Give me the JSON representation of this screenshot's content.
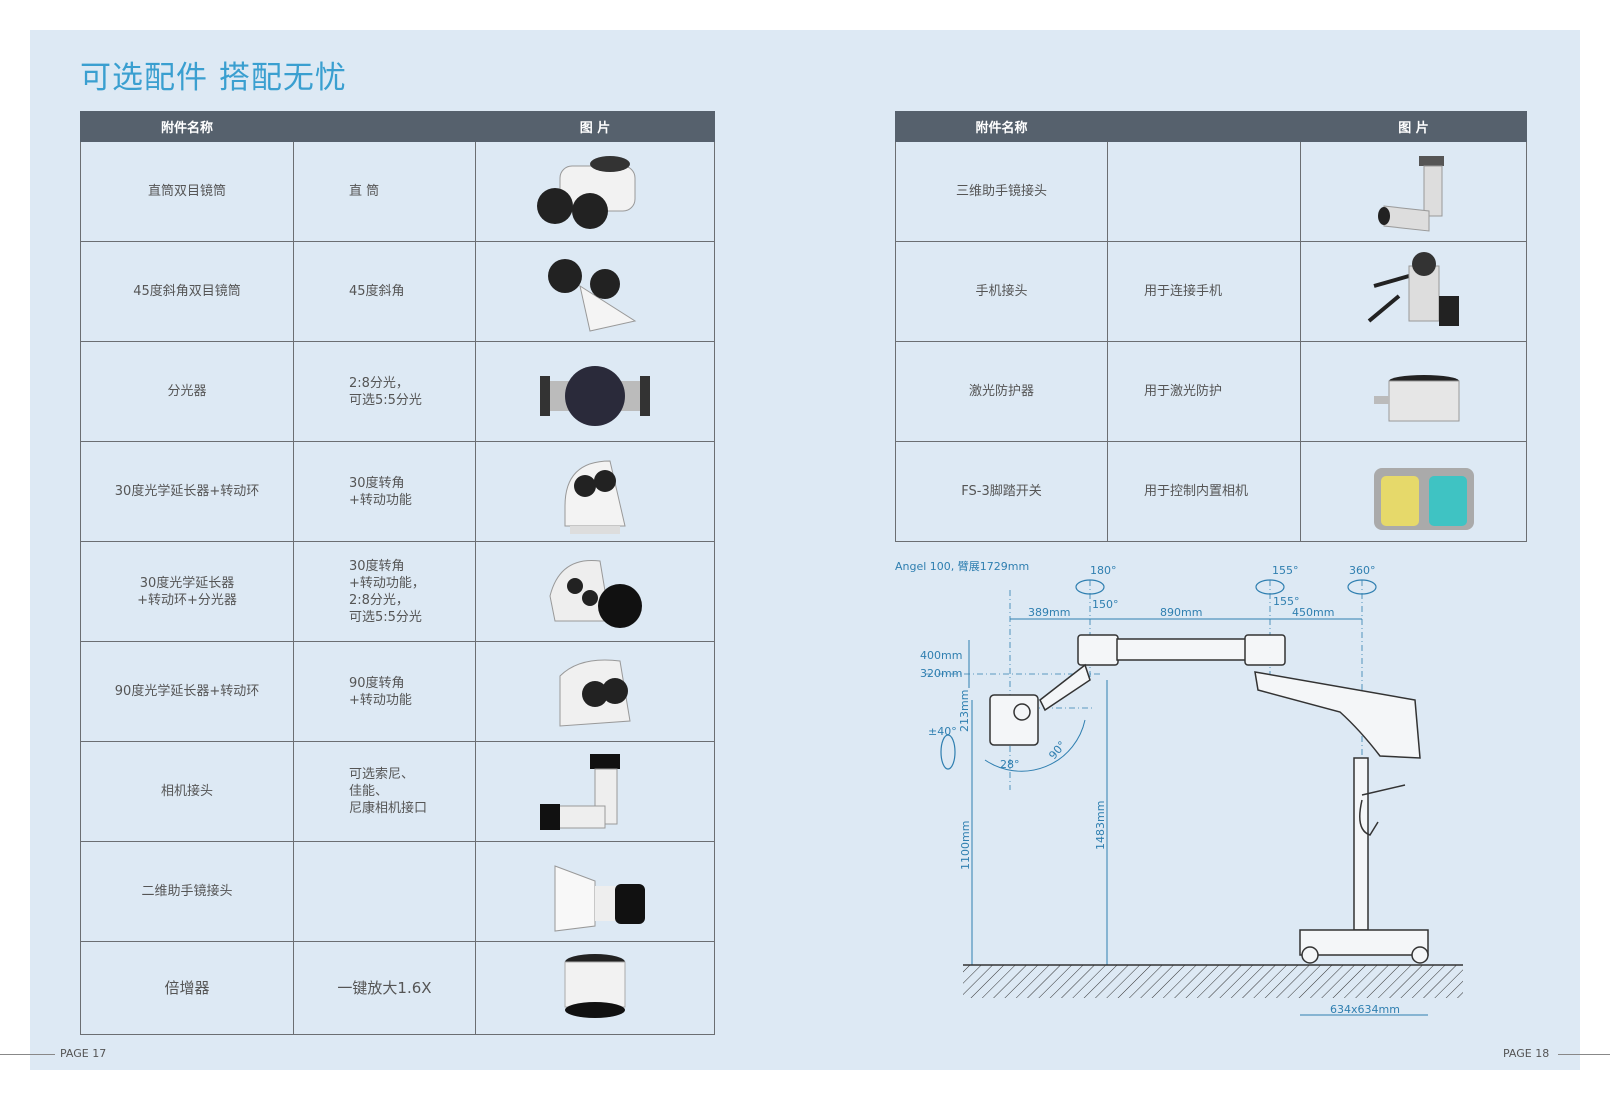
{
  "title": "可选配件 搭配无忧",
  "left_table": {
    "headers": [
      "附件名称",
      "",
      "图 片"
    ],
    "rows": [
      {
        "name": "直筒双目镜筒",
        "spec": "直 筒"
      },
      {
        "name": "45度斜角双目镜筒",
        "spec": "45度斜角"
      },
      {
        "name": "分光器",
        "spec": "2:8分光，\n可选5:5分光"
      },
      {
        "name": "30度光学延长器+转动环",
        "spec": "30度转角\n+转动功能"
      },
      {
        "name": "30度光学延长器\n+转动环+分光器",
        "spec": "30度转角\n+转动功能，\n2:8分光，\n可选5:5分光"
      },
      {
        "name": "90度光学延长器+转动环",
        "spec": "90度转角\n+转动功能"
      },
      {
        "name": "相机接头",
        "spec": "可选索尼、\n佳能、\n尼康相机接口"
      },
      {
        "name": "二维助手镜接头",
        "spec": ""
      },
      {
        "name": "倍增器",
        "spec": "一键放大1.6X"
      }
    ]
  },
  "right_table": {
    "headers": [
      "附件名称",
      "",
      "图 片"
    ],
    "rows": [
      {
        "name": "三维助手镜接头",
        "spec": ""
      },
      {
        "name": "手机接头",
        "spec": "用于连接手机"
      },
      {
        "name": "激光防护器",
        "spec": "用于激光防护"
      },
      {
        "name": "FS-3脚踏开关",
        "spec": "用于控制内置相机"
      }
    ]
  },
  "diagram": {
    "caption": "Angel 100, 臂展1729mm",
    "angles": {
      "a180": "180°",
      "a150": "150°",
      "a155top": "155°",
      "a155": "155°",
      "a360": "360°",
      "tilt": "±40°",
      "a28": "28°",
      "a90": "90°"
    },
    "dims": {
      "d389": "389mm",
      "d890": "890mm",
      "d450": "450mm",
      "d400": "400mm",
      "d320": "320mm",
      "d213": "213mm",
      "d1100": "1100mm",
      "d1483": "1483mm",
      "base": "634x634mm"
    }
  },
  "footer": {
    "left": "PAGE 17",
    "right": "PAGE 18"
  }
}
